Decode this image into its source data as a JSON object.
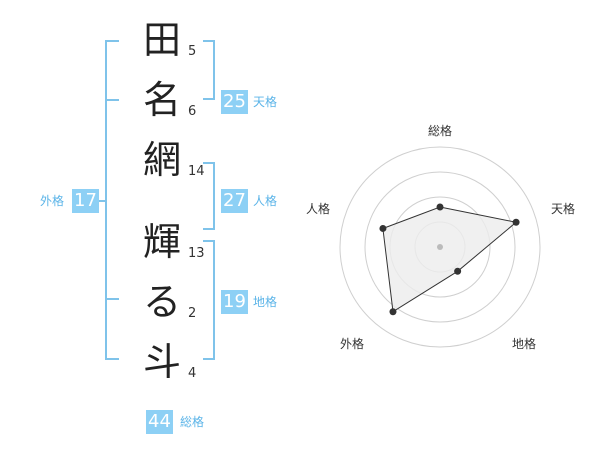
{
  "name": {
    "characters": [
      {
        "char": "田",
        "strokes": "5"
      },
      {
        "char": "名",
        "strokes": "6"
      },
      {
        "char": "網",
        "strokes": "14"
      },
      {
        "char": "輝",
        "strokes": "13"
      },
      {
        "char": "る",
        "strokes": "2"
      },
      {
        "char": "斗",
        "strokes": "4"
      }
    ]
  },
  "fortune": {
    "tenkaku": {
      "value": "25",
      "label": "天格"
    },
    "jinkaku": {
      "value": "27",
      "label": "人格"
    },
    "chikaku": {
      "value": "19",
      "label": "地格"
    },
    "gaikaku": {
      "value": "17",
      "label": "外格"
    },
    "soukaku": {
      "value": "44",
      "label": "総格"
    }
  },
  "chart_data": {
    "type": "radar",
    "axes": [
      "総格",
      "天格",
      "地格",
      "外格",
      "人格"
    ],
    "values": [
      2,
      4,
      1.5,
      4,
      3
    ],
    "max": 5,
    "rings": 4
  },
  "colors": {
    "accent": "#8dd0f5",
    "bracket": "#7fc3ea",
    "label": "#5bb4e8"
  }
}
